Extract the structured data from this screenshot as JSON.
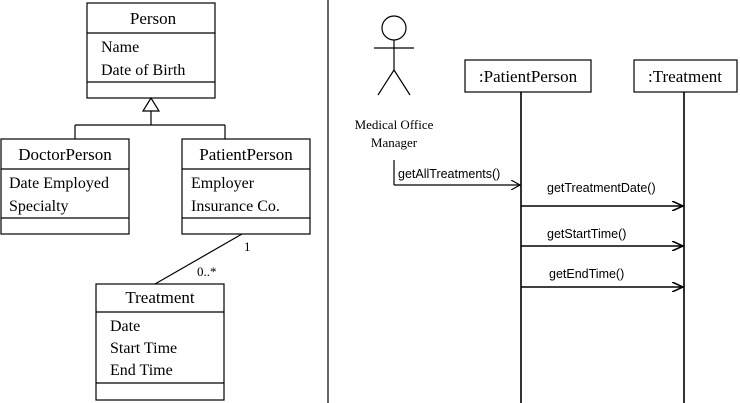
{
  "class_diagram": {
    "person": {
      "name": "Person",
      "attributes": [
        "Name",
        "Date of Birth"
      ]
    },
    "doctor": {
      "name": "DoctorPerson",
      "attributes": [
        "Date Employed",
        "Specialty"
      ]
    },
    "patient": {
      "name": "PatientPerson",
      "attributes": [
        "Employer",
        "Insurance Co."
      ]
    },
    "treatment": {
      "name": "Treatment",
      "attributes": [
        "Date",
        "Start Time",
        "End Time"
      ]
    },
    "association": {
      "patient_multiplicity": "1",
      "treatment_multiplicity": "0..*"
    }
  },
  "sequence_diagram": {
    "actor": {
      "label_line1": "Medical Office",
      "label_line2": "Manager"
    },
    "lifelines": [
      ":PatientPerson",
      ":Treatment"
    ],
    "messages": [
      "getAllTreatments()",
      "getTreatmentDate()",
      "getStartTime()",
      "getEndTime()"
    ]
  }
}
